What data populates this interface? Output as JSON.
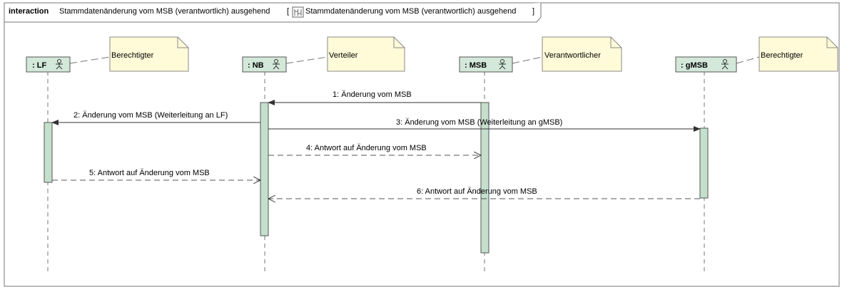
{
  "frame": {
    "keyword": "interaction",
    "title": "Stammdatenänderung vom MSB (verantwortlich) ausgehend",
    "bracket_open": "[",
    "ref_title": "Stammdatenänderung vom MSB (verantwortlich) ausgehend",
    "bracket_close": "]"
  },
  "lifelines": [
    {
      "name": ": LF"
    },
    {
      "name": ": NB"
    },
    {
      "name": ": MSB"
    },
    {
      "name": ": gMSB"
    }
  ],
  "notes": [
    {
      "text": "Berechtigter"
    },
    {
      "text": "Verteiler"
    },
    {
      "text": "Verantwortlicher"
    },
    {
      "text": "Berechtigter"
    }
  ],
  "messages": [
    {
      "label": "1: Änderung vom MSB"
    },
    {
      "label": "2: Änderung vom MSB (Weiterleitung an LF)"
    },
    {
      "label": "3: Änderung vom MSB (Weiterleitung an gMSB)"
    },
    {
      "label": "4: Antwort auf Änderung vom MSB"
    },
    {
      "label": "5: Antwort auf Änderung vom MSB"
    },
    {
      "label": "6: Antwort auf Änderung vom MSB"
    }
  ],
  "colors": {
    "lifeline_head": "#d3e8d9",
    "activation": "#c4e0cc",
    "note": "#fffbd8",
    "line": "#555555"
  }
}
